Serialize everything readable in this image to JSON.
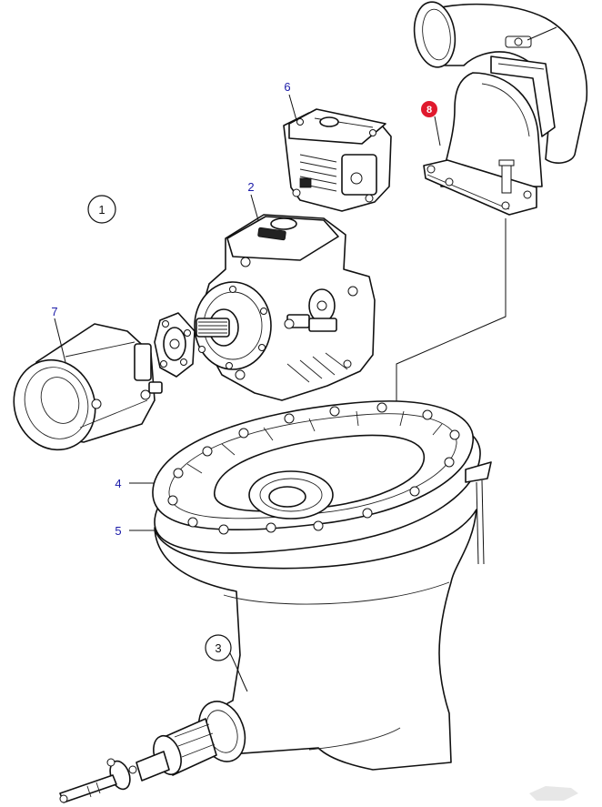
{
  "callouts": {
    "c1": "1",
    "c2": "2",
    "c3": "3",
    "c4": "4",
    "c5": "5",
    "c6": "6",
    "c7": "7",
    "c8": "8"
  },
  "colors": {
    "callout_number": "#1a1aa8",
    "highlight_badge": "#e0192d",
    "line_art": "#111111"
  },
  "highlighted_callout": "8"
}
